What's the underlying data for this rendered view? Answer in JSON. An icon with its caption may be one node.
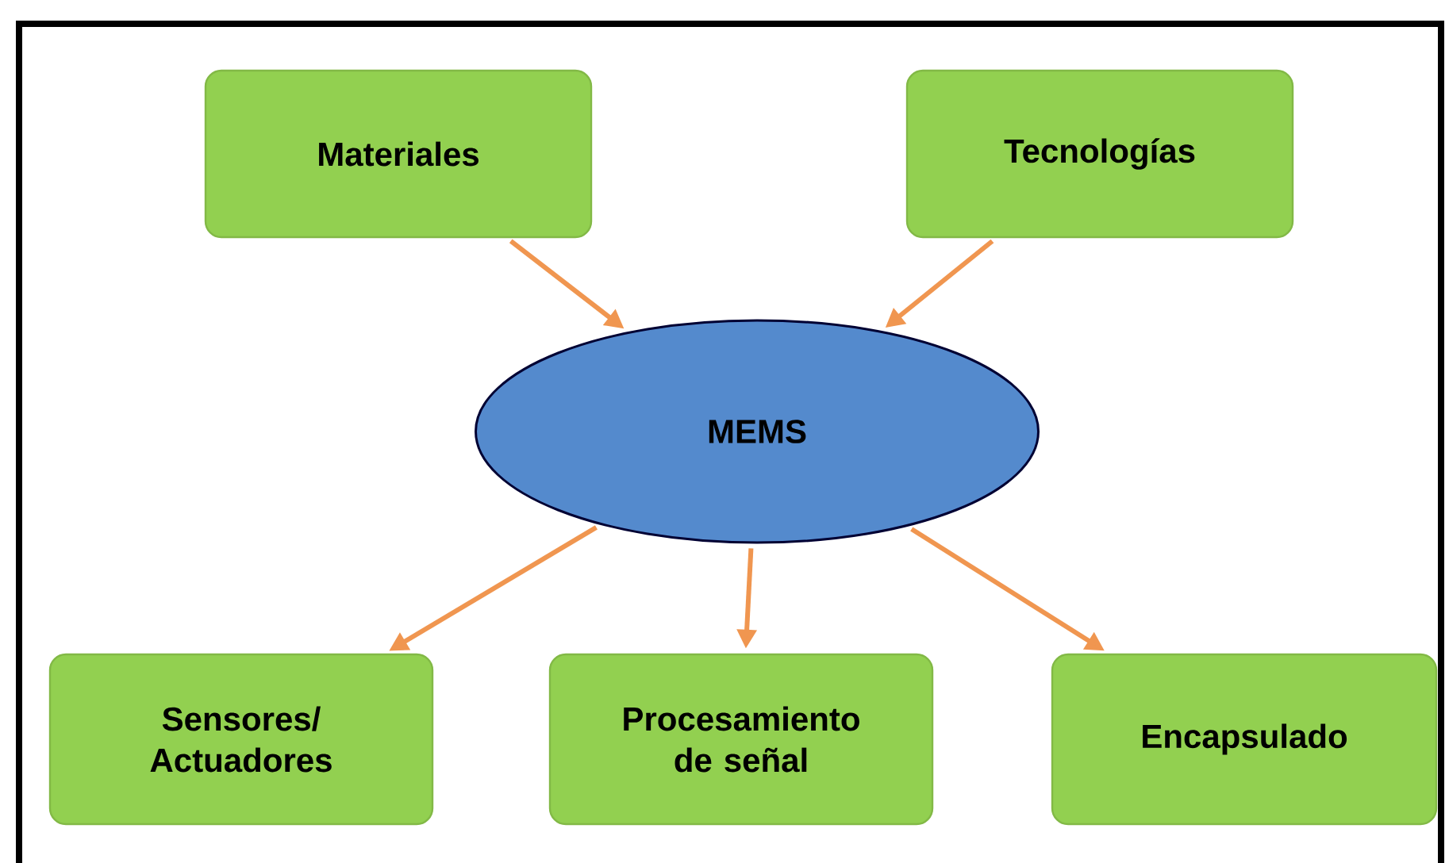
{
  "diagram": {
    "nodes": [
      {
        "text": [
          "Materiales"
        ]
      },
      {
        "text": [
          "Tecnologías"
        ]
      },
      {
        "text": [
          "MEMS"
        ]
      },
      {
        "text": [
          "Sensores/ Actuadores"
        ]
      },
      {
        "text": [
          "Procesamiento de señal"
        ]
      },
      {
        "text": [
          "Encapsulado"
        ]
      }
    ],
    "edges": [
      {
        "from": 0,
        "to": 2,
        "arrow": "to"
      },
      {
        "from": 1,
        "to": 2,
        "arrow": "to"
      },
      {
        "from": 2,
        "to": 3,
        "arrow": "to"
      },
      {
        "from": 2,
        "to": 4,
        "arrow": "to"
      },
      {
        "from": 2,
        "to": 5,
        "arrow": "to"
      }
    ]
  }
}
